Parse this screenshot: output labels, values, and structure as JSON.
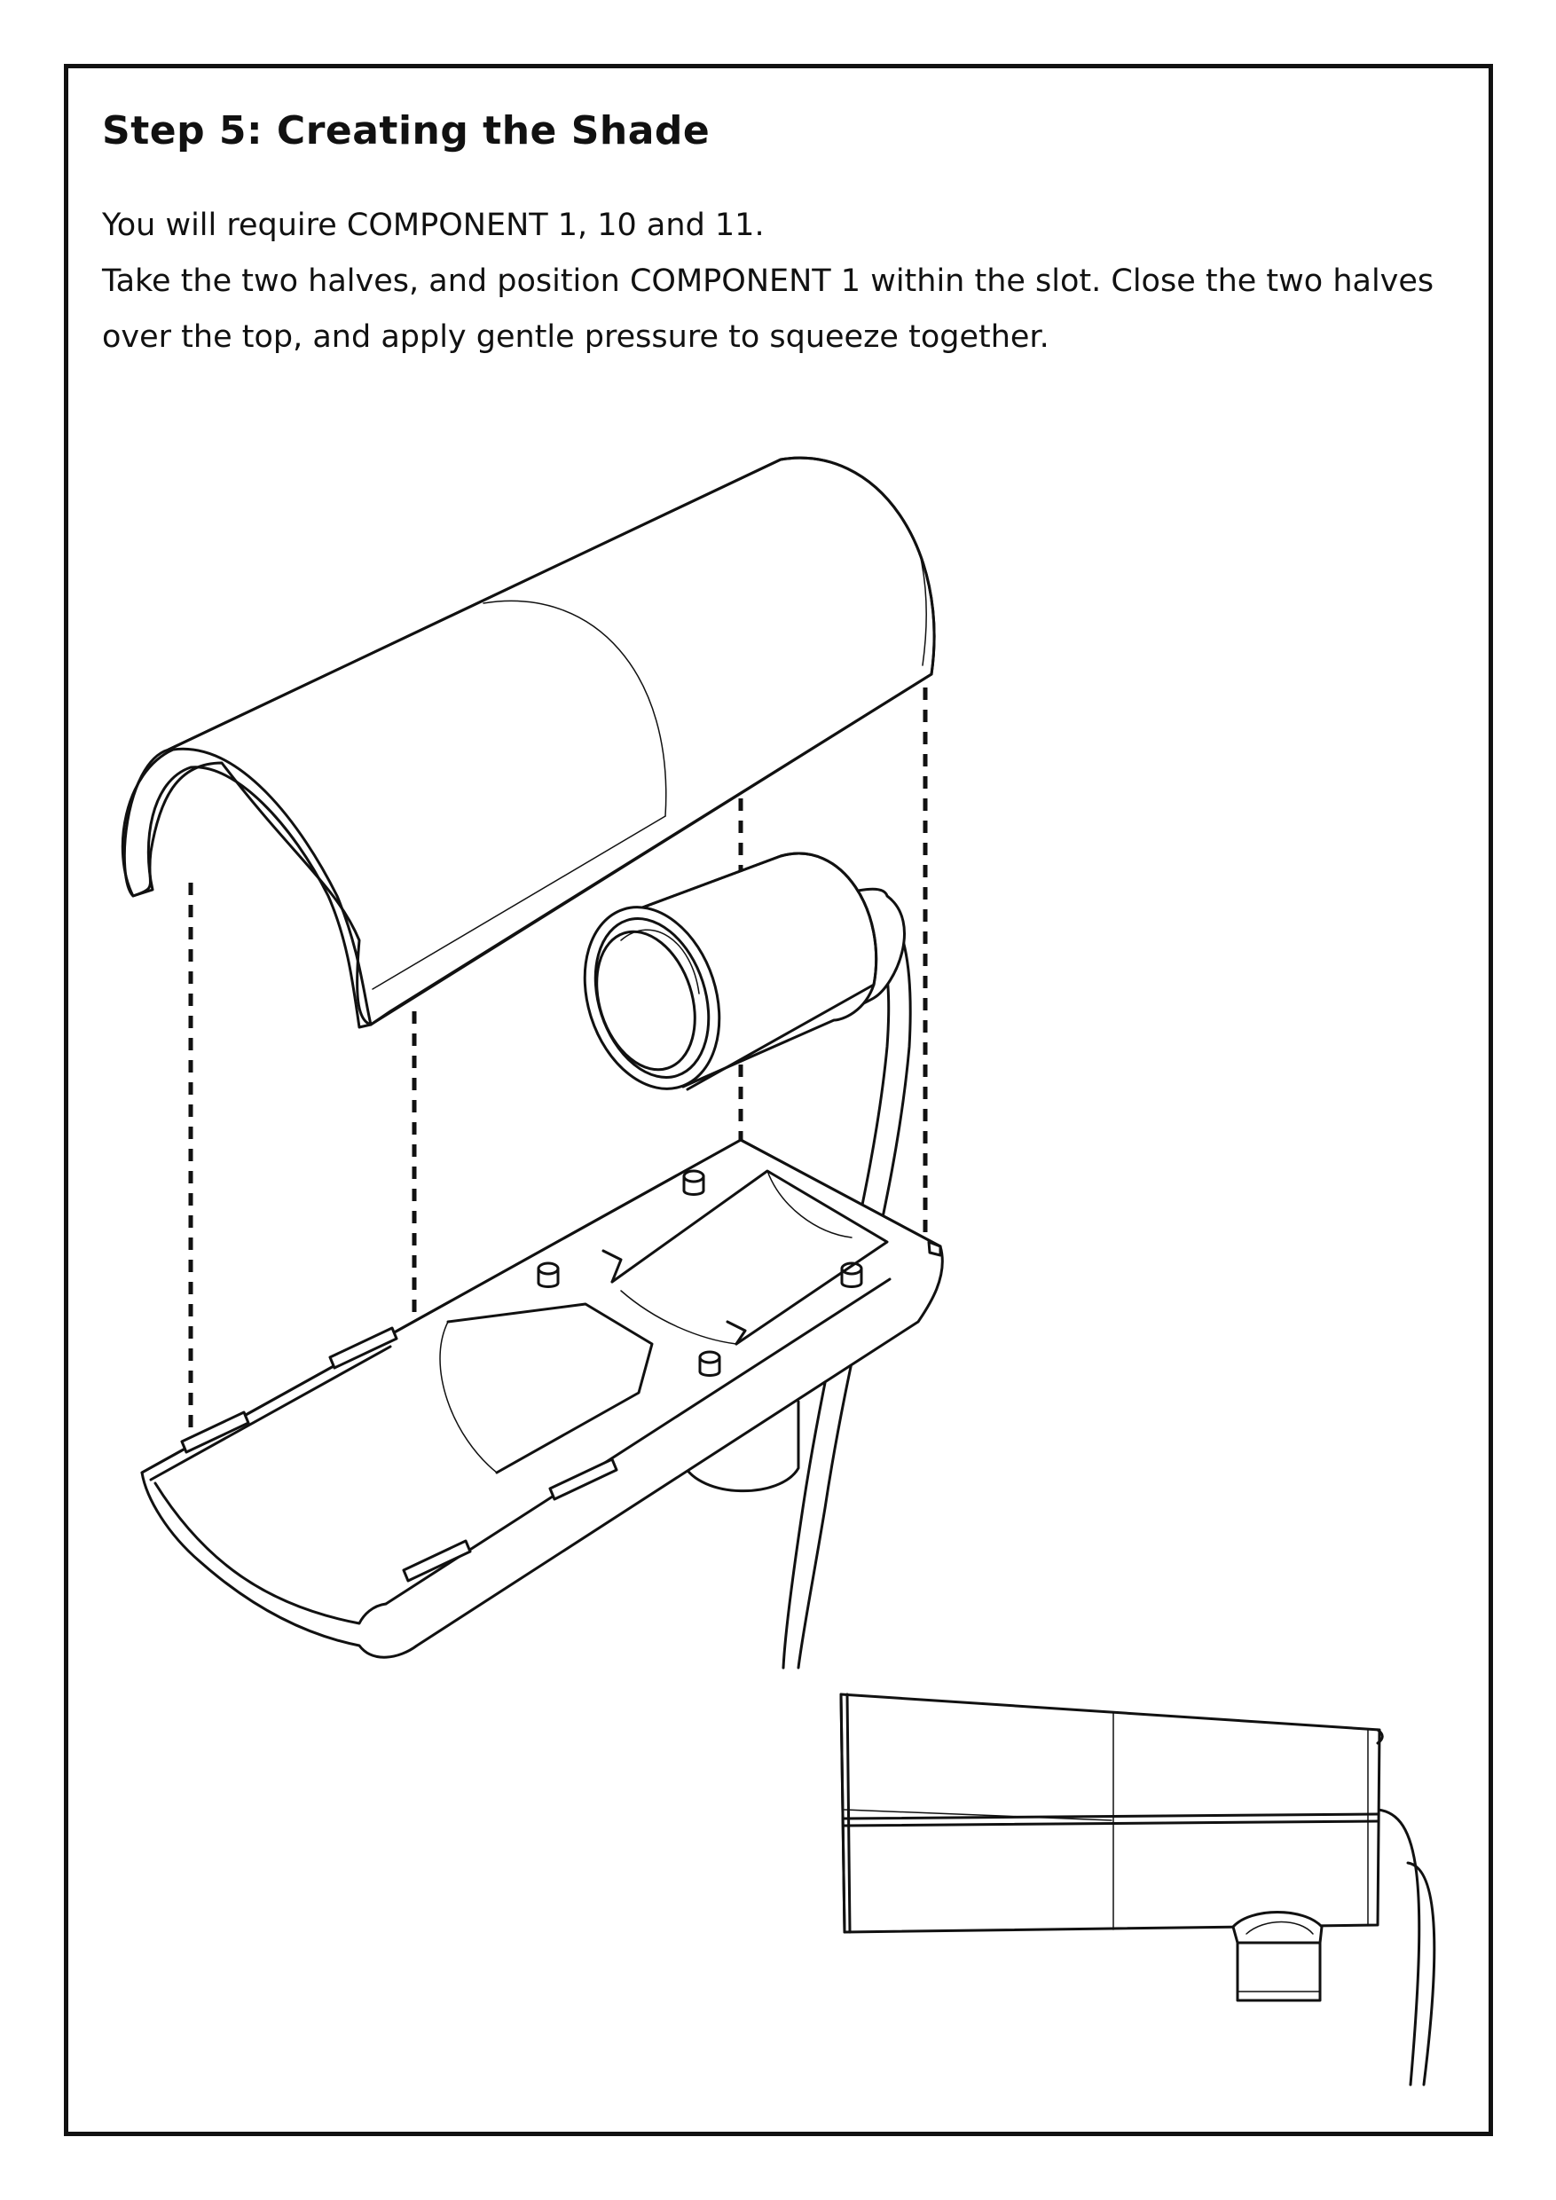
{
  "title": "Step 5: Creating the Shade",
  "instructions": {
    "line1": "You will require COMPONENT 1, 10 and 11.",
    "line2": "Take the two halves, and position COMPONENT 1 within the slot. Close the two halves",
    "line3": "over the top, and apply gentle pressure to squeeze together."
  },
  "colors": {
    "ink": "#111111",
    "paper": "#ffffff"
  }
}
